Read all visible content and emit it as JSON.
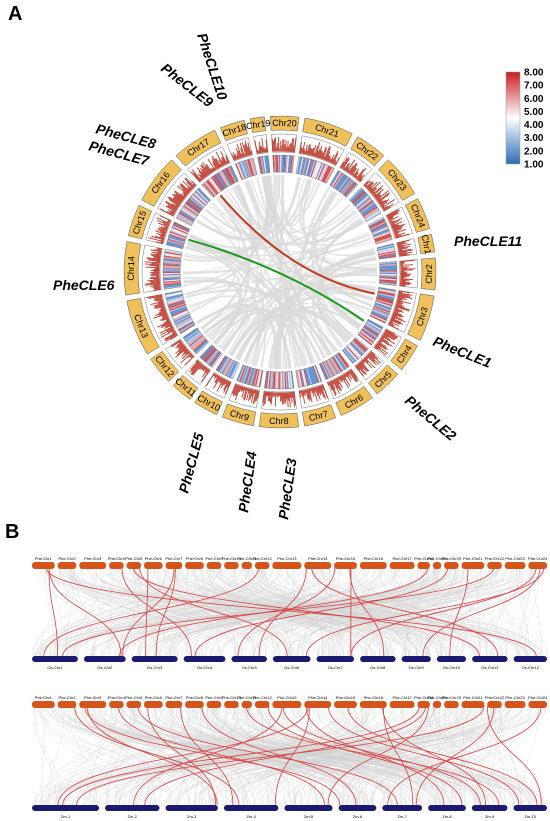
{
  "panel_a": {
    "letter": "A",
    "chromosomes": [
      "Chr1",
      "Chr2",
      "Chr3",
      "Chr4",
      "Chr5",
      "Chr6",
      "Chr7",
      "Chr8",
      "Chr9",
      "Chr10",
      "Chr11",
      "Chr12",
      "Chr13",
      "Chr14",
      "Chr15",
      "Chr16",
      "Chr17",
      "Chr18",
      "Chr19",
      "Chr20",
      "Chr21",
      "Chr22",
      "Chr23",
      "Chr24"
    ],
    "genes": [
      "PheCLE1",
      "PheCLE2",
      "PheCLE3",
      "PheCLE4",
      "PheCLE5",
      "PheCLE6",
      "PheCLE7",
      "PheCLE8",
      "PheCLE9",
      "PheCLE10",
      "PheCLE11"
    ],
    "legend": {
      "ticks": [
        "8.00",
        "7.00",
        "6.00",
        "5.00",
        "4.00",
        "3.00",
        "2.00",
        "1.00"
      ],
      "colors": {
        "high": "#d7191c",
        "mid": "#ffffff",
        "low": "#2c7bb6"
      }
    },
    "colors": {
      "chr_box": "#f0c05a",
      "green_link": "#1a9a1a",
      "red_link": "#c0391b"
    }
  },
  "panel_b": {
    "letter": "B",
    "upper": {
      "top_labels": [
        "Phe-Chr1",
        "Phe-Chr2",
        "Phe-Chr3",
        "Phe-Chr4",
        "Phe-Chr5",
        "Phe-Chr6",
        "Phe-Chr7",
        "Phe-Chr8",
        "Phe-Chr9",
        "Phe-Chr10",
        "Phe-Chr11",
        "Phe-Chr12",
        "Phe-Chr13",
        "Phe-Chr14",
        "Phe-Chr15",
        "Phe-Chr16",
        "Phe-Chr17",
        "Phe-Chr18",
        "Phe-Chr19",
        "Phe-Chr20",
        "Phe-Chr21",
        "Phe-Chr22",
        "Phe-Chr23",
        "Phe-Chr24"
      ],
      "bottom_labels": [
        "Os-Chr1",
        "Os-Chr2",
        "Os-Chr3",
        "Os-Chr4",
        "Os-Chr5",
        "Os-Chr6",
        "Os-Chr7",
        "Os-Chr8",
        "Os-Chr9",
        "Os-Chr10",
        "Os-Chr11",
        "Os-Chr12"
      ]
    },
    "lower": {
      "top_labels": [
        "Phe-Chr1",
        "Phe-Chr2",
        "Phe-Chr3",
        "Phe-Chr4",
        "Phe-Chr5",
        "Phe-Chr6",
        "Phe-Chr7",
        "Phe-Chr8",
        "Phe-Chr9",
        "Phe-Chr10",
        "Phe-Chr11",
        "Phe-Chr12",
        "Phe-Chr13",
        "Phe-Chr14",
        "Phe-Chr15",
        "Phe-Chr16",
        "Phe-Chr17",
        "Phe-Chr18",
        "Phe-Chr19",
        "Phe-Chr20",
        "Phe-Chr21",
        "Phe-Chr22",
        "Phe-Chr23",
        "Phe-Chr24"
      ],
      "bottom_labels": [
        "Zm-1",
        "Zm-2",
        "Zm-3",
        "Zm-4",
        "Zm-5",
        "Zm-6",
        "Zm-7",
        "Zm-8",
        "Zm-9",
        "Zm-10"
      ]
    },
    "colors": {
      "phe_bar": "#d4541a",
      "other_bar": "#1a1a6e",
      "syn_line": "#cfcfcf",
      "cle_line": "#d94040"
    }
  }
}
